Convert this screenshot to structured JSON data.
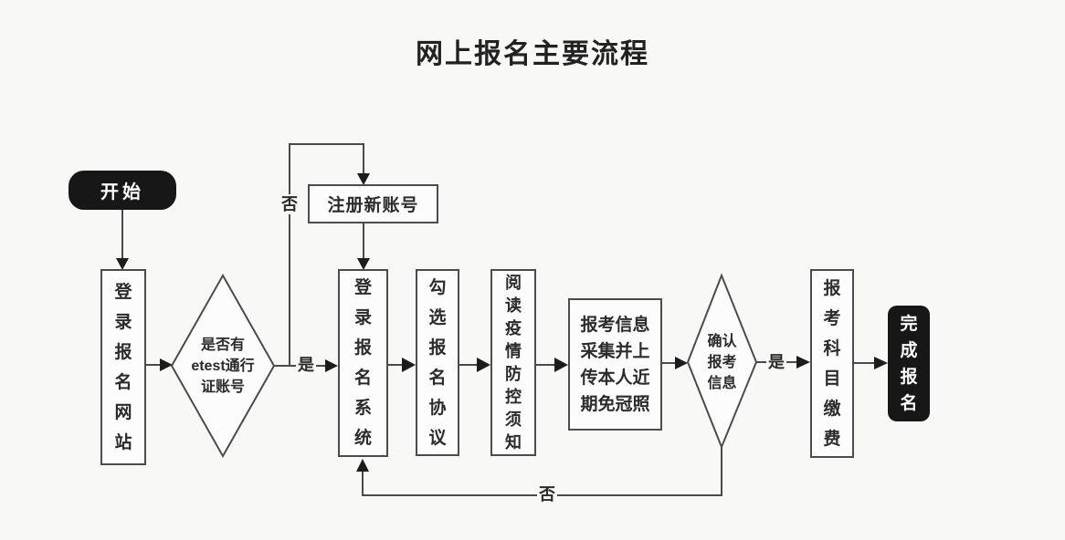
{
  "title": "网上报名主要流程",
  "nodes": {
    "start": {
      "label": "开始"
    },
    "login_site": {
      "label": "登录报名网站"
    },
    "has_account": {
      "label": "是否有etest通行证账号",
      "lines": [
        "是否有",
        "etest通行",
        "证账号"
      ]
    },
    "register": {
      "label": "注册新账号"
    },
    "login_system": {
      "label": "登录报名系统"
    },
    "agreement": {
      "label": "勾选报名协议"
    },
    "covid_notice": {
      "label": "阅读疫情防控须知"
    },
    "collect_info": {
      "label": "报考信息采集并上传本人近期免冠照",
      "lines": [
        "报考信息",
        "采集并上",
        "传本人近",
        "期免冠照"
      ]
    },
    "confirm_info": {
      "label": "确认报考信息",
      "lines": [
        "确认",
        "报考",
        "信息"
      ]
    },
    "pay": {
      "label": "报考科目缴费"
    },
    "end": {
      "label": "完成报名"
    }
  },
  "edge_labels": {
    "no_account": "否",
    "yes_account": "是",
    "yes_confirm": "是",
    "no_confirm": "否"
  },
  "colors": {
    "background": "#f8f8f7",
    "line": "#4a4a4a",
    "box_border": "#4c4c4c",
    "box_fill": "#fcfcfc",
    "terminal_fill": "#171717",
    "terminal_text": "#ffffff",
    "text": "#2b2b2b"
  }
}
